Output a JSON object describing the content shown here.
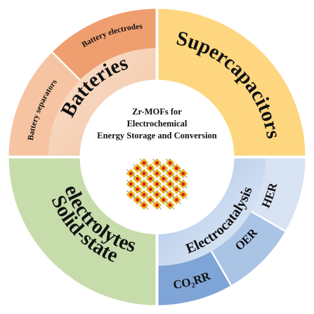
{
  "center": {
    "title_lines": [
      "Zr-MOFs for",
      "Electrochemical",
      "Energy Storage and Conversion"
    ]
  },
  "sectors": {
    "batteries": {
      "label": "Batteries",
      "sub": {
        "electrodes": "Battery electrodes",
        "separators": "Battery separators"
      }
    },
    "supercapacitors": {
      "label": "Supercapacitors"
    },
    "electrolytes": {
      "label_line1": "Solid-state",
      "label_line2": "electrolytes"
    },
    "electrocatalysis": {
      "label": "Electrocatalysis",
      "sub": {
        "her": "HER",
        "oer": "OER",
        "co2rr": "CO₂RR"
      }
    }
  },
  "colors": {
    "batteries_inner": "#f7d8c2",
    "batteries_outer_electrodes": "#ef9f6f",
    "batteries_outer_separators": "#f6c4a2",
    "supercapacitors": "#fdd67f",
    "electrolytes": "#c6dcaa",
    "electrocatalysis_inner": "#c8d8ee",
    "her": "#d7e3f3",
    "oer": "#aac4e6",
    "co2rr": "#7fa4d6",
    "mof_zr": "#d61f1f",
    "mof_linker": "#f2c21b"
  }
}
